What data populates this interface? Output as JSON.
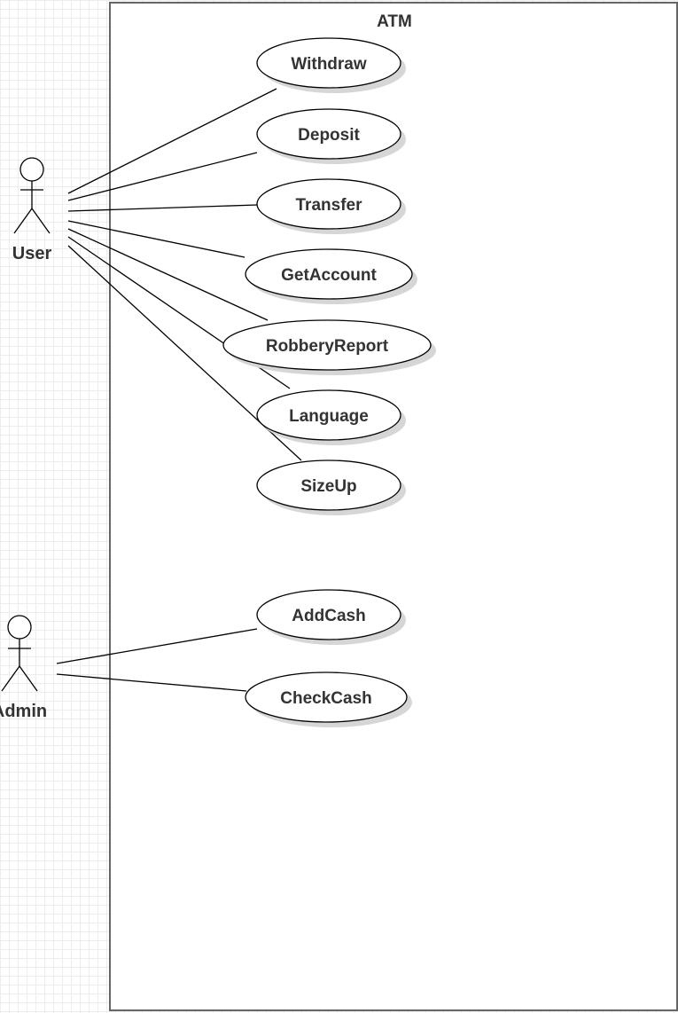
{
  "system": {
    "title": "ATM"
  },
  "actors": [
    {
      "id": "user",
      "label": "User",
      "icon": "stick-figure-icon"
    },
    {
      "id": "admin",
      "label": "Admin",
      "icon": "stick-figure-icon"
    }
  ],
  "use_cases": [
    {
      "id": "withdraw",
      "label": "Withdraw"
    },
    {
      "id": "deposit",
      "label": "Deposit"
    },
    {
      "id": "transfer",
      "label": "Transfer"
    },
    {
      "id": "getaccount",
      "label": "GetAccount"
    },
    {
      "id": "robberyreport",
      "label": "RobberyReport"
    },
    {
      "id": "language",
      "label": "Language"
    },
    {
      "id": "sizeup",
      "label": "SizeUp"
    },
    {
      "id": "addcash",
      "label": "AddCash"
    },
    {
      "id": "checkcash",
      "label": "CheckCash"
    }
  ],
  "associations": [
    {
      "from": "user",
      "to": "withdraw"
    },
    {
      "from": "user",
      "to": "deposit"
    },
    {
      "from": "user",
      "to": "transfer"
    },
    {
      "from": "user",
      "to": "getaccount"
    },
    {
      "from": "user",
      "to": "robberyreport"
    },
    {
      "from": "user",
      "to": "language"
    },
    {
      "from": "user",
      "to": "sizeup"
    },
    {
      "from": "admin",
      "to": "addcash"
    },
    {
      "from": "admin",
      "to": "checkcash"
    }
  ],
  "colors": {
    "stroke": "#000000",
    "text": "#333333",
    "ellipse_fill": "#ffffff",
    "shadow": "#d6d6d6",
    "boundary": "#666666",
    "grid": "#ededed"
  }
}
